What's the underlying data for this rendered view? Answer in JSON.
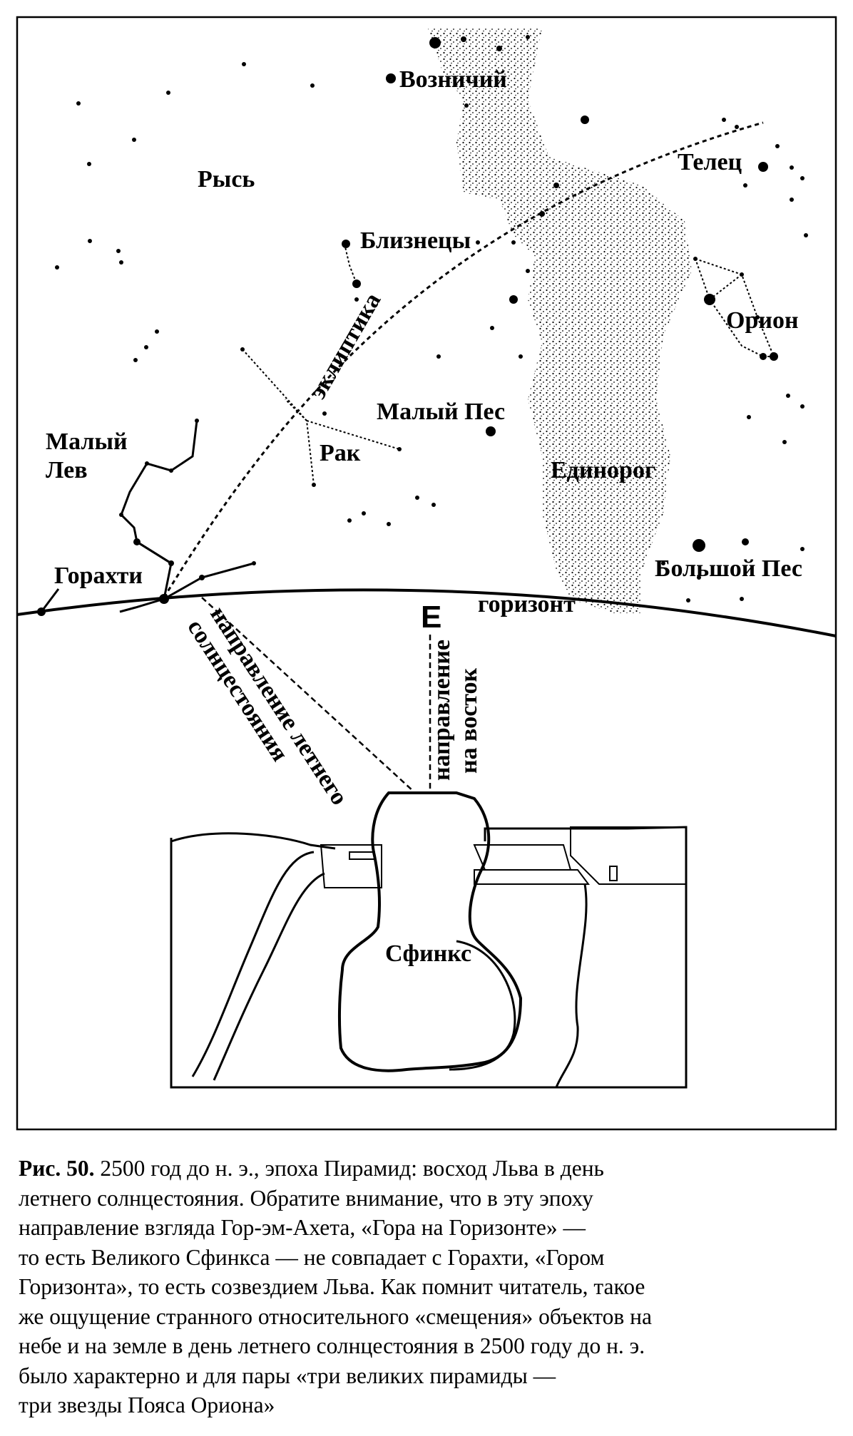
{
  "labels": {
    "auriga": "Возничий",
    "taurus": "Телец",
    "lynx": "Рысь",
    "gemini": "Близнецы",
    "orion": "Орион",
    "ecliptic": "эклиптика",
    "canis_minor": "Малый Пес",
    "leo_minor_1": "Малый",
    "leo_minor_2": "Лев",
    "cancer": "Рак",
    "monoceros": "Единорог",
    "horakhti": "Горахти",
    "canis_major": "Большой Пес",
    "horizon": "горизонт",
    "east_marker": "E",
    "east_dir_1": "направление",
    "east_dir_2": "на восток",
    "solstice_dir_1": "направление летнего",
    "solstice_dir_2": "солнцестояния",
    "sphinx": "Сфинкс"
  },
  "caption": {
    "fig_number": "Рис. 50.",
    "line1": "2500 год до н. э., эпоха Пирамид: восход Льва в день",
    "line2": "летнего солнцестояния. Обратите внимание, что в эту эпоху",
    "line3": "направление взгляда Гор-эм-Ахета, «Гора на Горизонте» —",
    "line4": "то есть Великого Сфинкса — не совпадает с Горахти, «Гором",
    "line5": "Горизонта», то есть созвездием Льва. Как помнит читатель, такое",
    "line6": "же ощущение странного относительного «смещения» объектов на",
    "line7": "небе и на земле в день летнего солнцестояния в 2500 году до н. э.",
    "line8": "было характерно и для пары «три великих пирамиды —",
    "line9": "три звезды Пояса Ориона»"
  }
}
